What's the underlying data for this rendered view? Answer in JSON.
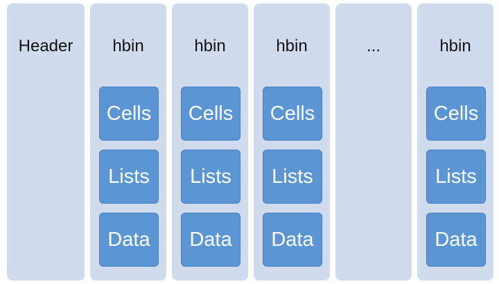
{
  "columns": [
    {
      "label": "Header",
      "items": []
    },
    {
      "label": "hbin",
      "items": [
        "Cells",
        "Lists",
        "Data"
      ]
    },
    {
      "label": "hbin",
      "items": [
        "Cells",
        "Lists",
        "Data"
      ]
    },
    {
      "label": "hbin",
      "items": [
        "Cells",
        "Lists",
        "Data"
      ]
    },
    {
      "label": "...",
      "items": []
    },
    {
      "label": "hbin",
      "items": [
        "Cells",
        "Lists",
        "Data"
      ]
    }
  ],
  "colors": {
    "column_fill": "#d0dcee",
    "box_fill": "#5b95d3",
    "box_text": "#ffffff"
  }
}
